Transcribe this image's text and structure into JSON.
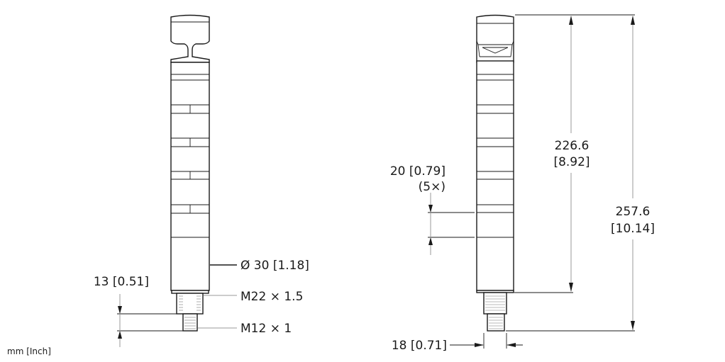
{
  "units_note": "mm [Inch]",
  "left_view": {
    "diameter_label": "Ø 30 [1.18]",
    "thread_large_label": "M22 × 1.5",
    "thread_small_label": "M12 × 1",
    "connector_length_label": "13 [0.51]"
  },
  "right_view": {
    "segment_label": "20 [0.79]",
    "segment_count_label": "(5×)",
    "body_height_mm": "226.6",
    "body_height_in": "[8.92]",
    "total_height_mm": "257.6",
    "total_height_in": "[10.14]",
    "connector_width_label": "18 [0.71]"
  }
}
